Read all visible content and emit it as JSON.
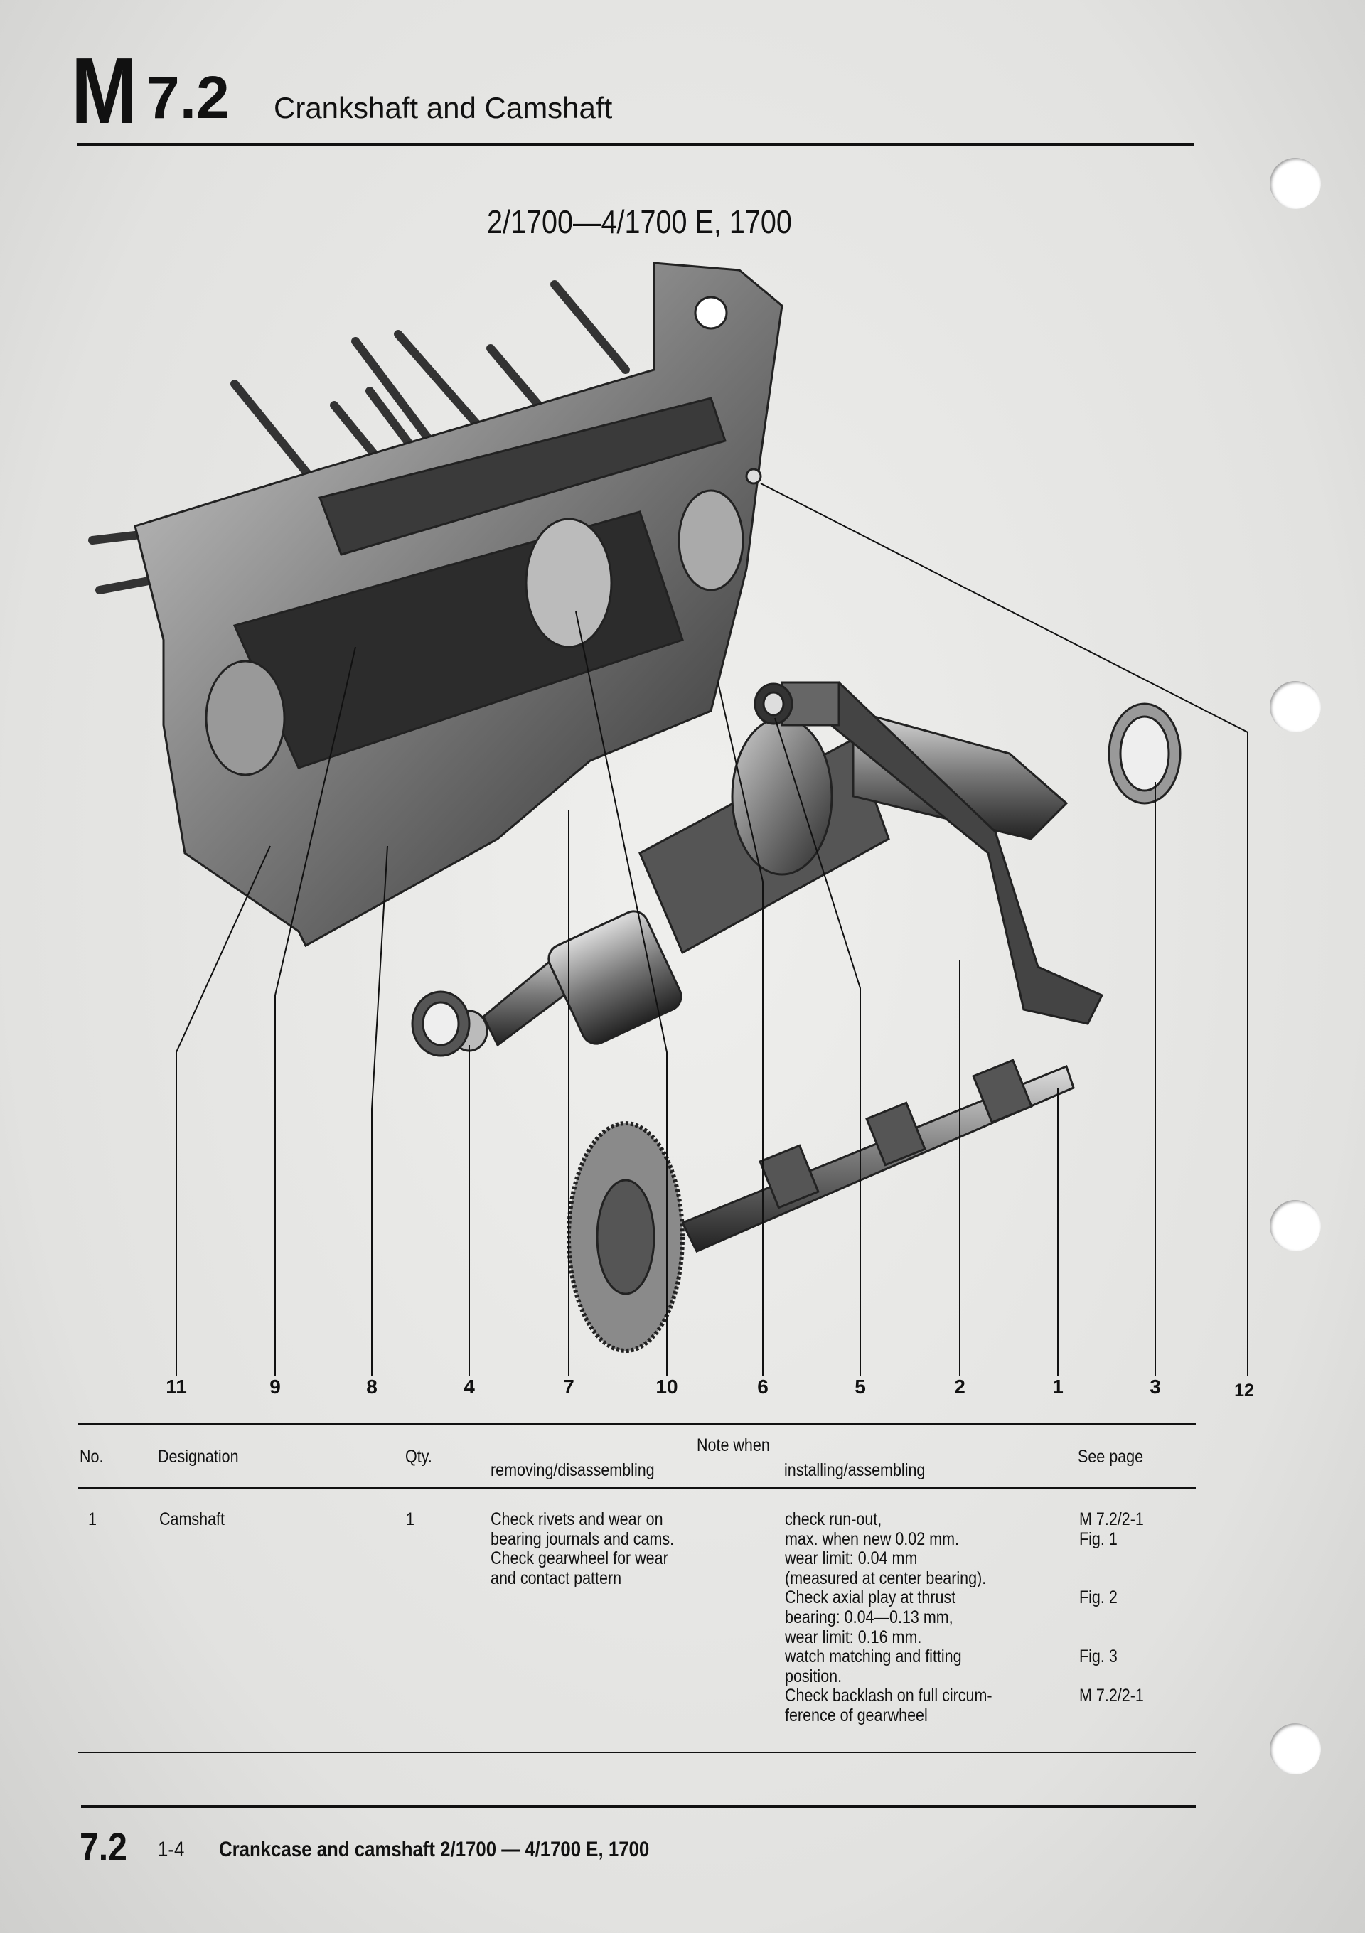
{
  "header": {
    "chapter_letter": "M",
    "chapter_number": "7.2",
    "title": "Crankshaft and Camshaft"
  },
  "subtitle": "2/1700—4/1700 E, 1700",
  "callouts": [
    "11",
    "9",
    "8",
    "4",
    "7",
    "10",
    "6",
    "5",
    "2",
    "1",
    "3",
    "12"
  ],
  "table": {
    "headers": {
      "no": "No.",
      "designation": "Designation",
      "qty": "Qty.",
      "note_when": "Note when",
      "removing": "removing/disassembling",
      "installing": "installing/assembling",
      "see_page": "See page"
    },
    "rows": [
      {
        "no": "1",
        "designation": "Camshaft",
        "qty": "1",
        "removing": [
          "Check rivets and wear on",
          "bearing journals and cams.",
          "Check gearwheel for wear",
          "and contact pattern"
        ],
        "installing": [
          "check run-out,",
          "max. when new 0.02 mm.",
          "wear  limit:  0.04 mm",
          "(measured at center bearing).",
          "Check axial play at thrust",
          "bearing: 0.04—0.13 mm,",
          "wear  limit:  0.16 mm.",
          "watch matching and fitting",
          "position.",
          "Check backlash on full circum-",
          "ference of gearwheel"
        ],
        "see_page": [
          "M 7.2/2-1",
          "Fig. 1",
          "",
          "",
          "Fig. 2",
          "",
          "",
          "Fig. 3",
          "",
          "M 7.2/2-1",
          ""
        ]
      }
    ]
  },
  "footer": {
    "section": "7.2",
    "pages": "1-4",
    "title": "Crankcase and camshaft 2/1700 — 4/1700 E, 1700"
  }
}
